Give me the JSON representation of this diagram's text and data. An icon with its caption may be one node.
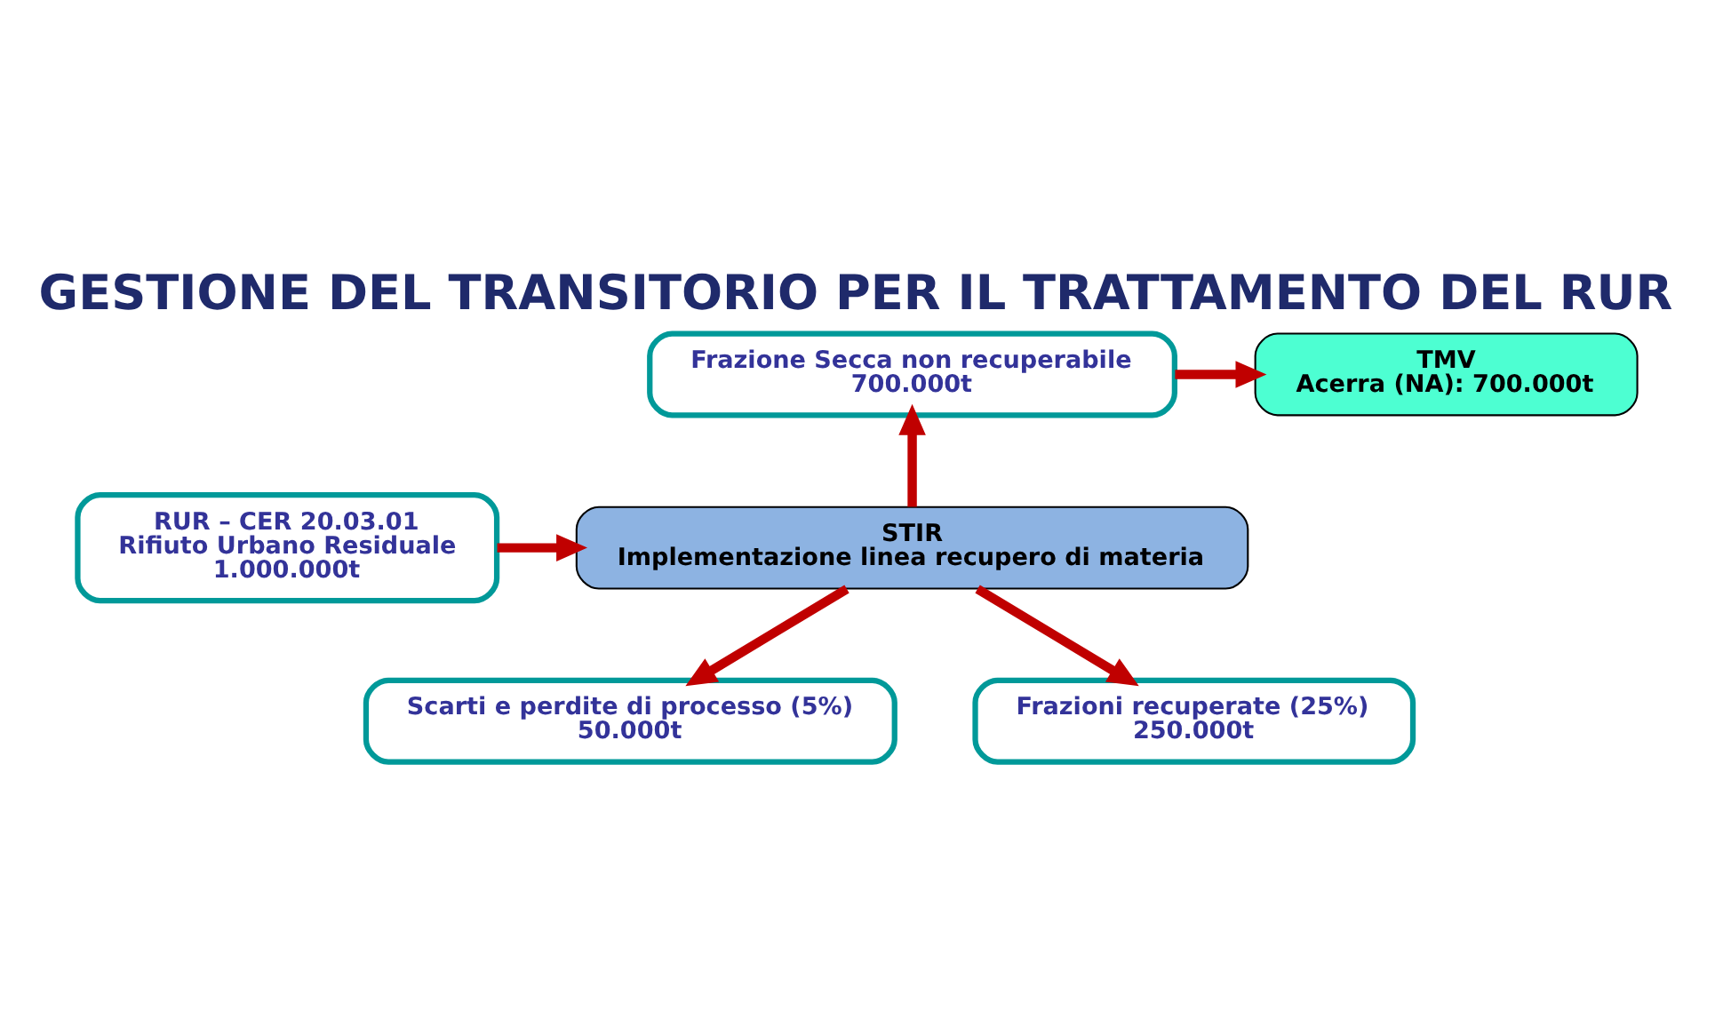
{
  "diagram": {
    "title": "GESTIONE DEL TRANSITORIO PER IL TRATTAMENTO DEL RUR",
    "nodes": [
      {
        "text": [
          "Frazione Secca non recuperabile",
          "700.000t"
        ]
      },
      {
        "text": [
          "TMV",
          "Acerra (NA): 700.000t"
        ]
      },
      {
        "text": [
          "RUR – CER 20.03.01",
          "Rifiuto Urbano Residuale",
          "1.000.000t"
        ]
      },
      {
        "text": [
          "STIR",
          "Implementazione linea recupero di materia"
        ]
      },
      {
        "text": [
          "Scarti e perdite di processo (5%)",
          "50.000t"
        ]
      },
      {
        "text": [
          "Frazioni recuperate (25%)",
          "250.000t"
        ]
      }
    ],
    "edges": [
      {
        "from": 2,
        "to": 3,
        "arrow": "to"
      },
      {
        "from": 3,
        "to": 0,
        "arrow": "to"
      },
      {
        "from": 0,
        "to": 1,
        "arrow": "to"
      },
      {
        "from": 3,
        "to": 4,
        "arrow": "to"
      },
      {
        "from": 3,
        "to": 5,
        "arrow": "to"
      }
    ]
  }
}
